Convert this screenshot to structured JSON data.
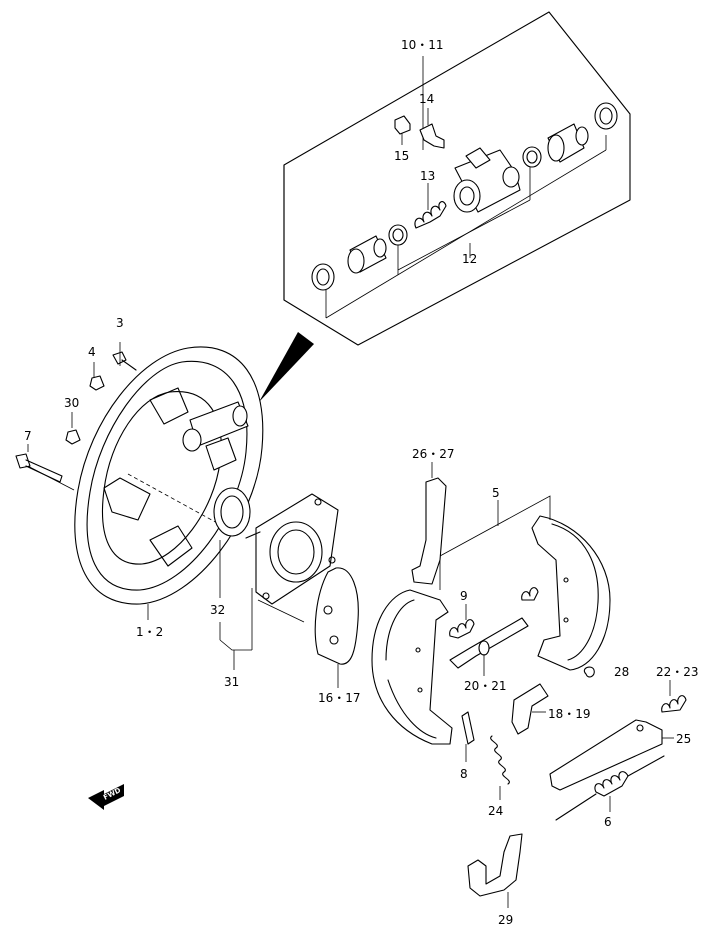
{
  "labels": {
    "l10_11": "10・11",
    "l14": "14",
    "l15": "15",
    "l13": "13",
    "l12": "12",
    "l3": "3",
    "l4": "4",
    "l30": "30",
    "l7": "7",
    "l1_2": "1・2",
    "l32": "32",
    "l31": "31",
    "l16_17": "16・17",
    "l26_27": "26・27",
    "l5": "5",
    "l9": "9",
    "l20_21": "20・21",
    "l28": "28",
    "l22_23": "22・23",
    "l18_19": "18・19",
    "l25": "25",
    "l8": "8",
    "l24": "24",
    "l6": "6",
    "l29": "29"
  },
  "fwd_arrow": {
    "label": "FWD",
    "icon": "forward-direction-arrow-icon"
  }
}
